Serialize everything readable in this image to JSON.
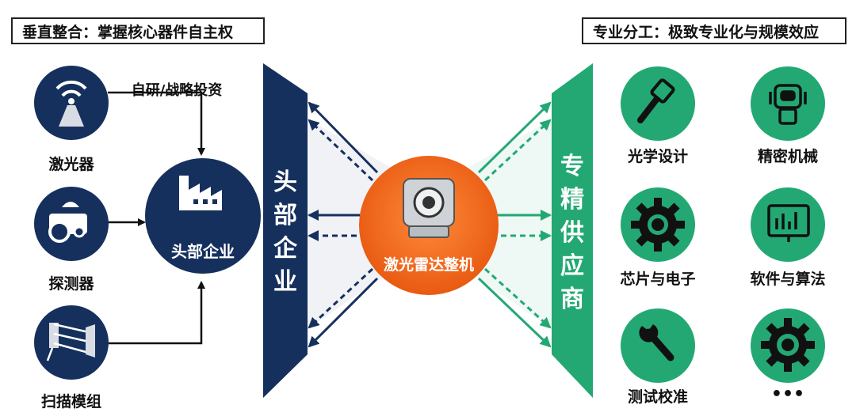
{
  "left_title": "垂直整合：掌握核心器件自主权",
  "right_title": "专业分工：极致专业化与规模效应",
  "left_components": [
    {
      "label": "激光器",
      "icon": "laser-icon"
    },
    {
      "label": "探测器",
      "icon": "detector-icon"
    },
    {
      "label": "扫描模组",
      "icon": "scanner-icon"
    }
  ],
  "arrow_label": "自研/战略投资",
  "hub_label": "头部企业",
  "hub_icon": "factory-icon",
  "left_bar_label": "头部企业",
  "center_label": "激光雷达整机",
  "center_icon": "lidar-icon",
  "right_bar_label": "专精供应商",
  "suppliers": [
    {
      "label": "光学设计",
      "icon": "optics-icon"
    },
    {
      "label": "精密机械",
      "icon": "mechanics-icon"
    },
    {
      "label": "芯片与电子",
      "icon": "chip-icon"
    },
    {
      "label": "软件与算法",
      "icon": "software-icon"
    },
    {
      "label": "测试校准",
      "icon": "wrench-icon"
    },
    {
      "label": "•••",
      "icon": "more-gear-icon"
    }
  ],
  "colors": {
    "navy": "#16305e",
    "green": "#23a874",
    "orange": "#f06a22"
  }
}
